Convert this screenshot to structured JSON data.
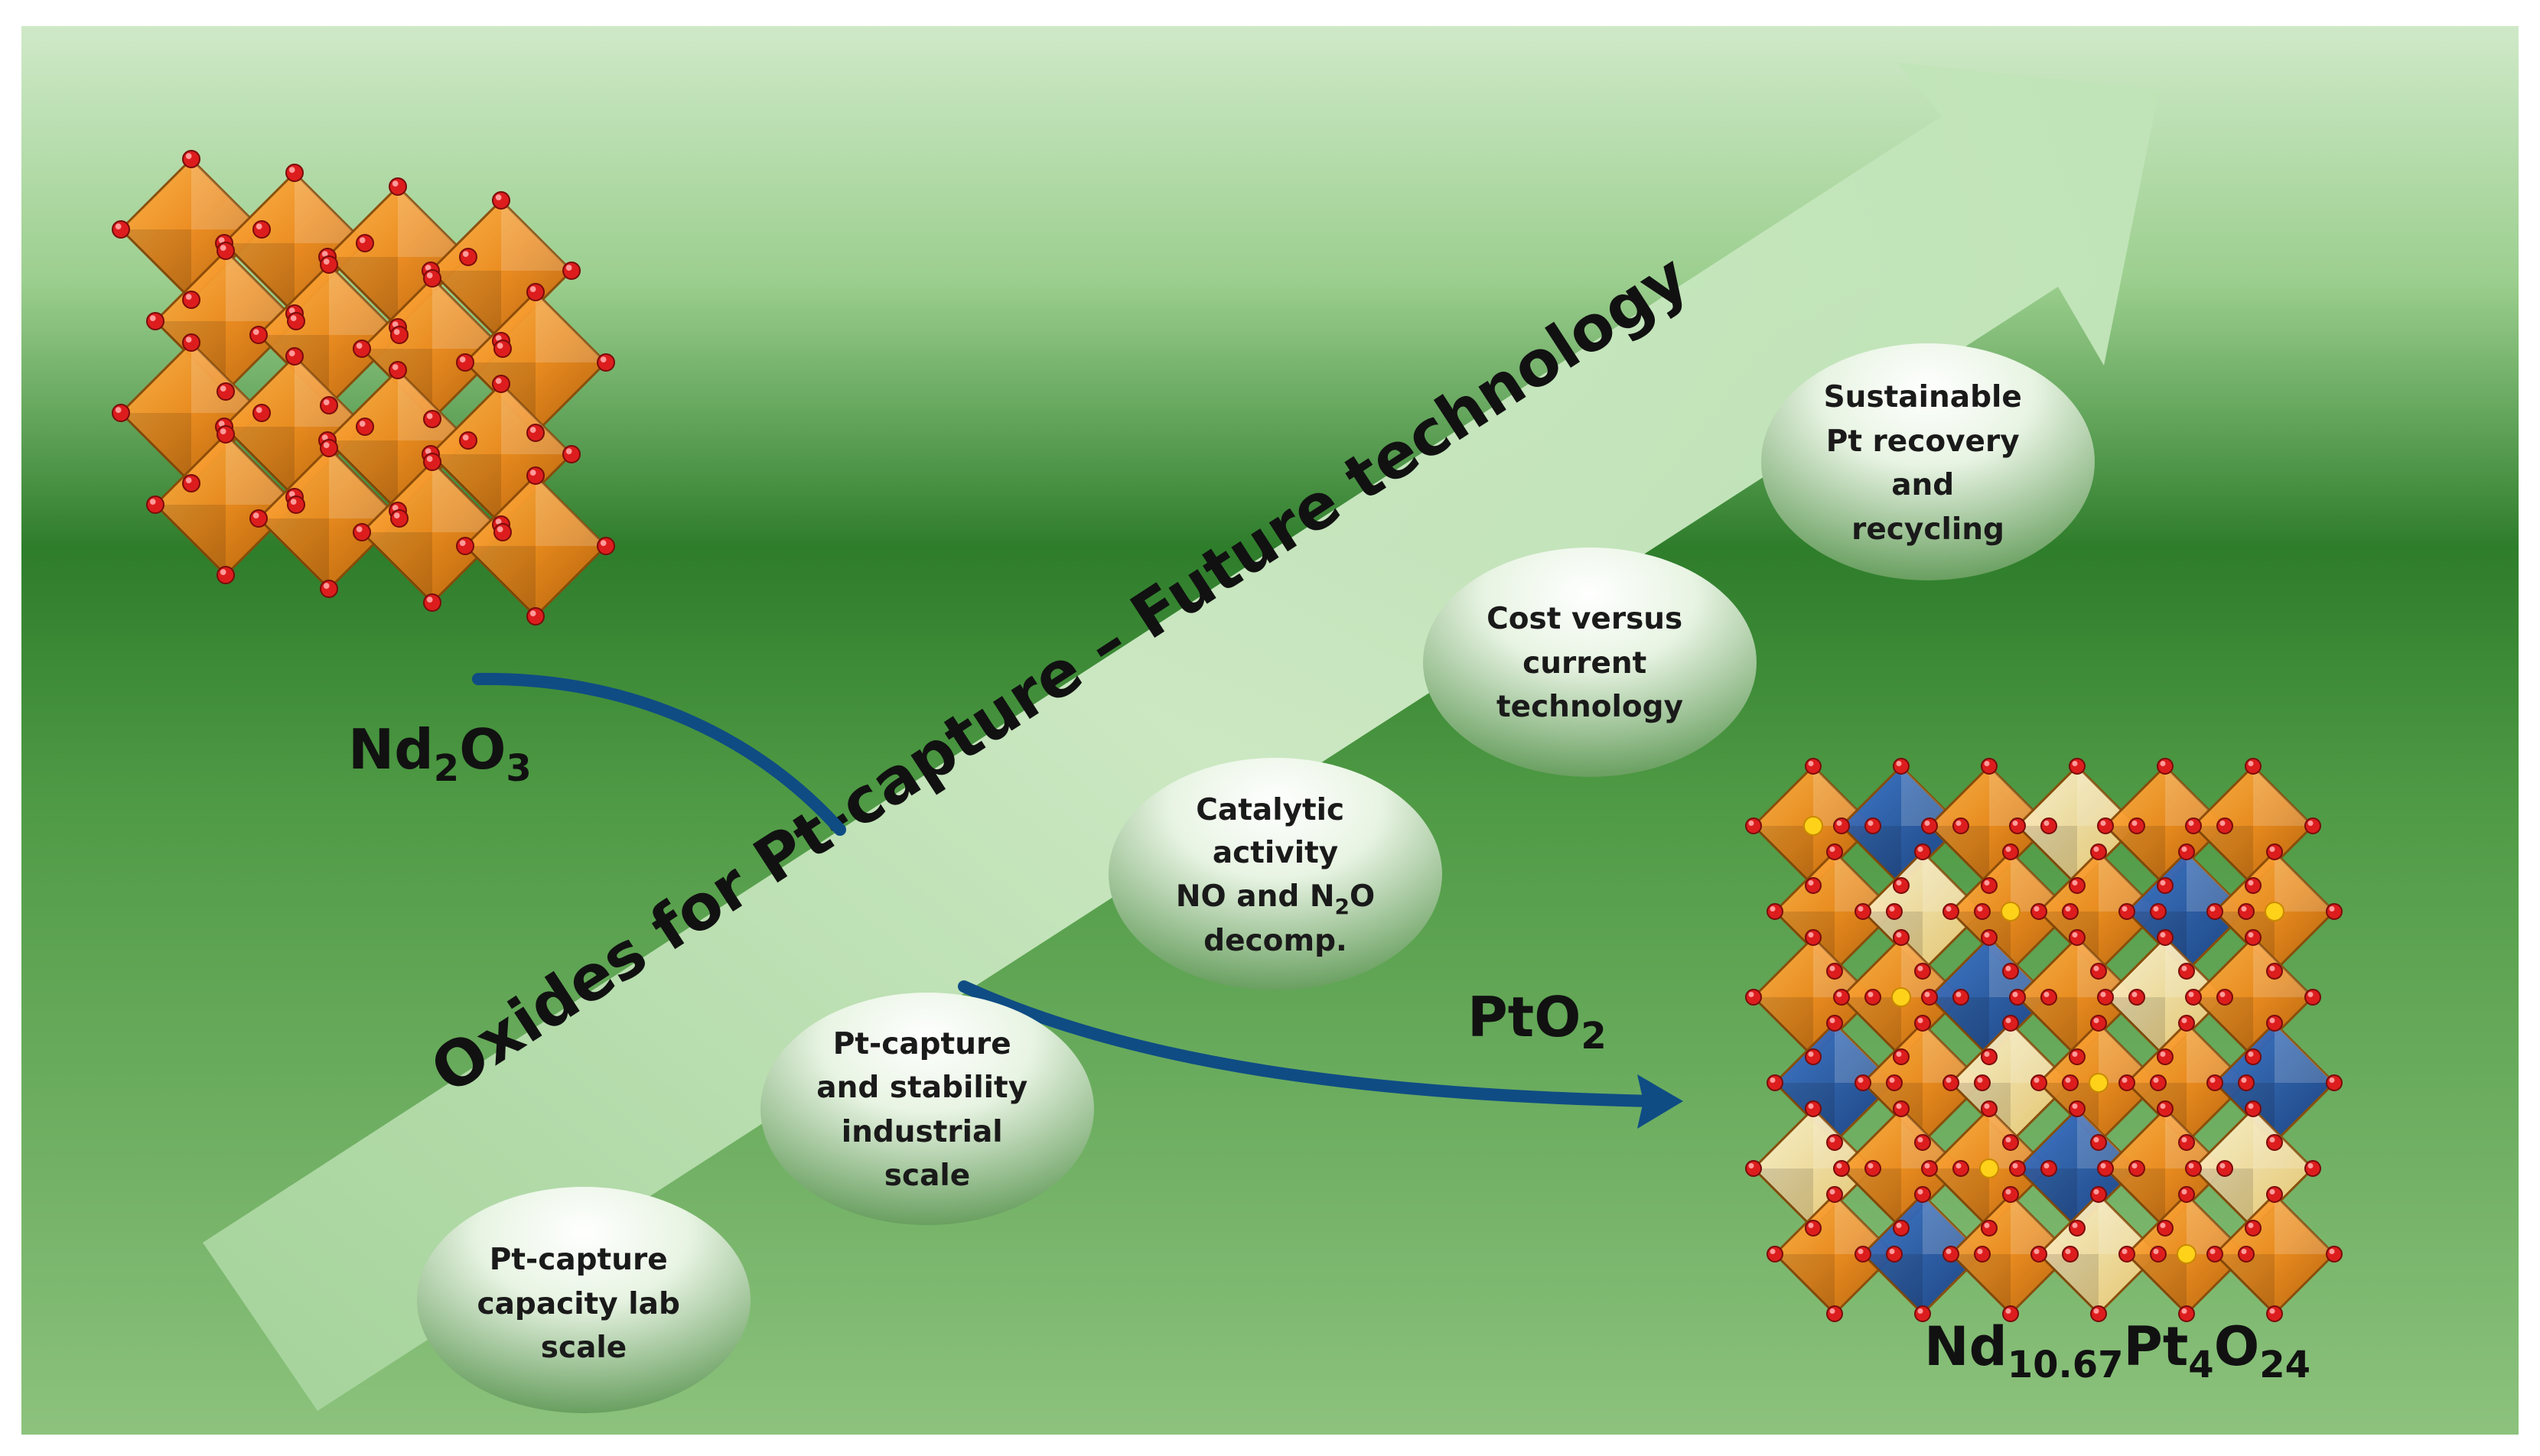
{
  "arrow_title": "Oxides for Pt-capture – Future technology",
  "compounds": {
    "nd2o3": {
      "base": "Nd",
      "sub1": "2",
      "mid": "O",
      "sub2": "3"
    },
    "pto2": {
      "base": "PtO",
      "sub": "2"
    },
    "product": {
      "p1": "Nd",
      "s1": "10.67",
      "p2": "Pt",
      "s2": "4",
      "p3": "O",
      "s3": "24"
    }
  },
  "steps": [
    {
      "lines": [
        "Pt-capture",
        "capacity lab",
        "scale"
      ]
    },
    {
      "lines": [
        "Pt-capture",
        "and stability",
        "industrial",
        "scale"
      ]
    },
    {
      "lines": [
        "Catalytic",
        "activity",
        "NO and N",
        "decomp."
      ],
      "sub": "2",
      "suffix": "O"
    },
    {
      "lines": [
        "Cost versus",
        "current",
        "technology"
      ]
    },
    {
      "lines": [
        "Sustainable",
        "Pt recovery",
        "and",
        "recycling"
      ]
    }
  ],
  "colors": {
    "background_top": "#c8e5c2",
    "background_mid": "#2f7e2b",
    "background_bottom": "#7bb86c",
    "arrow_fill": "#c7e8c0",
    "reaction_arrow": "#0f4c84",
    "octahedron_orange": "#f08a1c",
    "octahedron_blue": "#1e4fa3",
    "octahedron_cream": "#f5e0a0",
    "oxygen_red": "#dd1d1d"
  },
  "icons": [
    "nd2o3-crystal-structure-icon",
    "nd-pt-oxide-crystal-structure-icon"
  ]
}
